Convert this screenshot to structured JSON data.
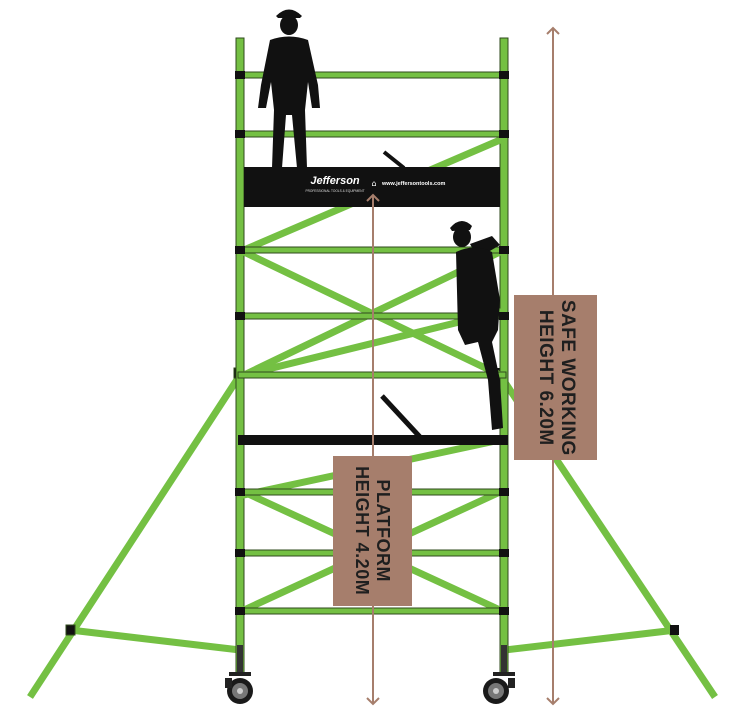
{
  "brand": {
    "name": "Jefferson",
    "tagline": "PROFESSIONAL TOOLS & EQUIPMENT",
    "website": "www.jeffersontools.com"
  },
  "labels": {
    "safe_working_line1": "SAFE WORKING",
    "safe_working_line2": "HEIGHT 6.20M",
    "platform_line1": "PLATFORM",
    "platform_line2": "HEIGHT 4.20M"
  },
  "colors": {
    "frame_green": "#74c043",
    "frame_outline": "#2f4a1c",
    "platform_black": "#111111",
    "arrow_brown": "#a67e6c",
    "label_bg": "#a67e6c",
    "silhouette": "#111111"
  }
}
